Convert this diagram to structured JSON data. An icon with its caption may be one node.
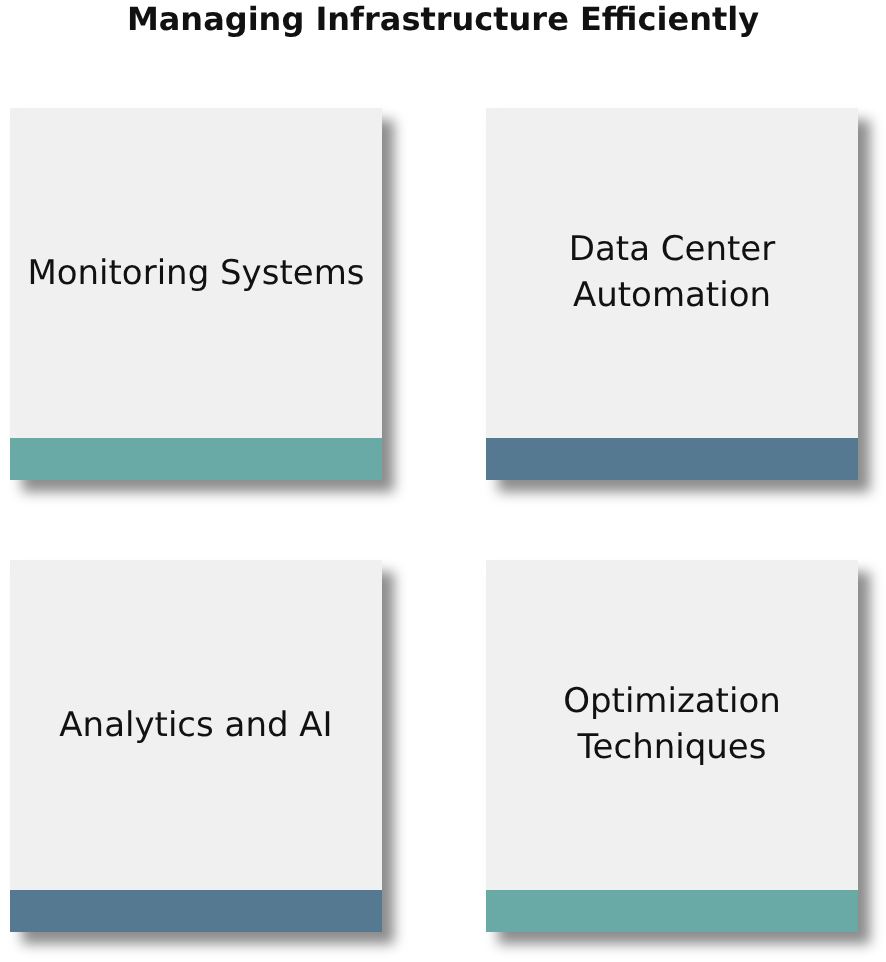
{
  "diagram": {
    "title": "Managing Infrastructure Efficiently",
    "nodes": [
      {
        "text": [
          "Monitoring Systems"
        ]
      },
      {
        "text": [
          "Data Center Automation"
        ]
      },
      {
        "text": [
          "Analytics and AI"
        ]
      },
      {
        "text": [
          "Optimization Techniques"
        ]
      }
    ]
  }
}
